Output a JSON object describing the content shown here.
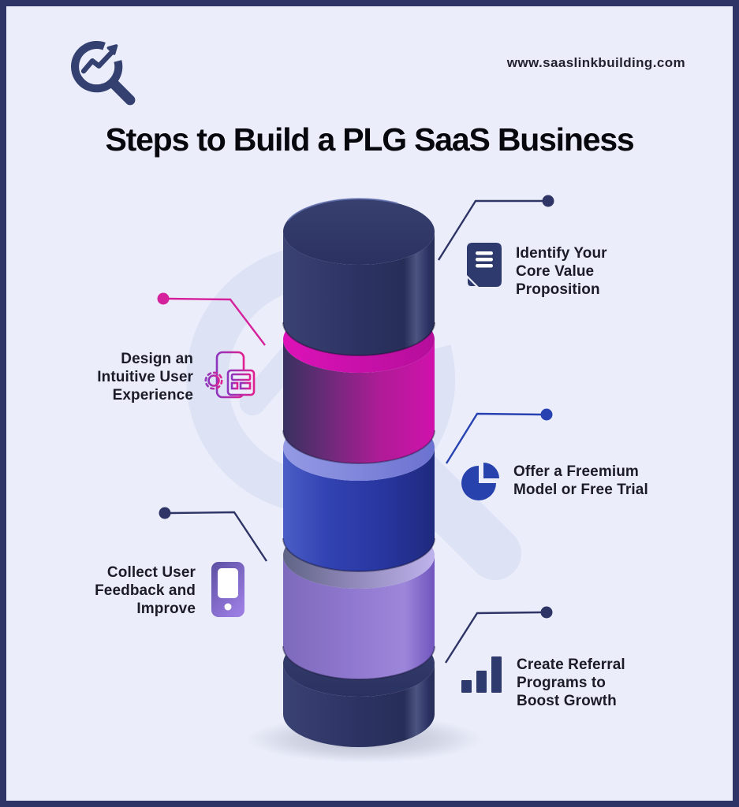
{
  "header": {
    "website": "www.saaslinkbuilding.com",
    "logo": "magnifier-growth-arrow"
  },
  "title": "Steps to Build a PLG SaaS Business",
  "colors": {
    "background": "#ebeefa",
    "border": "#2e3566",
    "navy": "#2b3263",
    "pink": "#cf14a8",
    "blue": "#2b3aa6",
    "purple": "#937bd2",
    "connector_navy": "#2e3566",
    "connector_pink": "#d6219c",
    "connector_blue": "#2843b1",
    "text": "#1b1c27"
  },
  "cylinder_segments": [
    {
      "position": "top",
      "color": "#2b3263"
    },
    {
      "position": "second",
      "color": "#cf14a8"
    },
    {
      "position": "third",
      "color": "#2b3aa6"
    },
    {
      "position": "fourth",
      "color": "#937bd2"
    },
    {
      "position": "bottom",
      "color": "#2b3263"
    }
  ],
  "steps": [
    {
      "label": "Identify Your\nCore Value\nProposition",
      "icon": "document-icon",
      "side": "right",
      "connector_color": "#2e3566"
    },
    {
      "label": "Design an\nIntuitive User\nExperience",
      "icon": "phone-gear-icon",
      "side": "left",
      "connector_color": "#d6219c"
    },
    {
      "label": "Offer a Freemium\nModel or Free Trial",
      "icon": "pie-chart-icon",
      "side": "right",
      "connector_color": "#2843b1"
    },
    {
      "label": "Collect User\nFeedback and\nImprove",
      "icon": "phone-icon",
      "side": "left",
      "connector_color": "#2e3566"
    },
    {
      "label": "Create Referral\nPrograms to\nBoost Growth",
      "icon": "bar-chart-icon",
      "side": "right",
      "connector_color": "#2e3566"
    }
  ]
}
